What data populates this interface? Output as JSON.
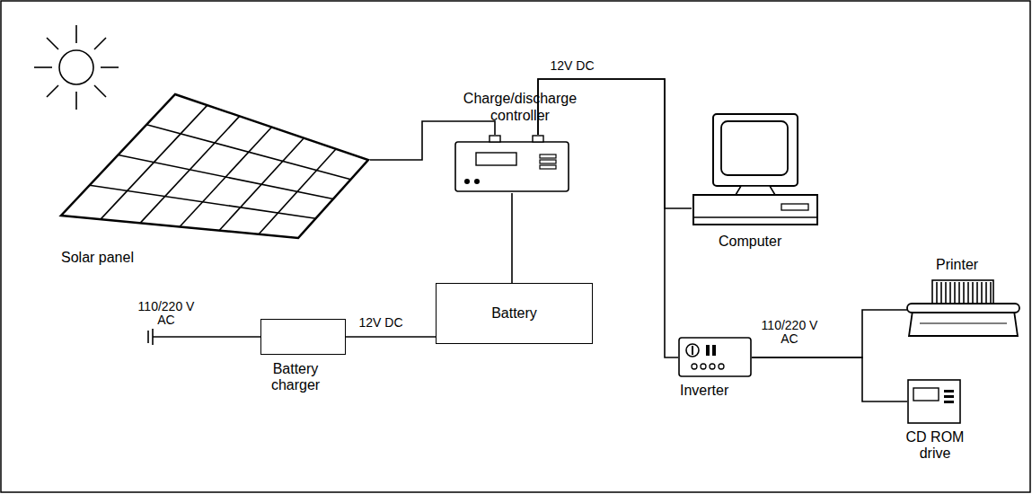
{
  "diagram": {
    "nodes": [
      {
        "text": [
          "Solar panel"
        ]
      },
      {
        "text": [
          "Charge/discharge controller"
        ]
      },
      {
        "text": [
          "Computer"
        ]
      },
      {
        "text": [
          "Battery charger"
        ]
      },
      {
        "text": [
          "Battery"
        ]
      },
      {
        "text": [
          "Inverter"
        ]
      },
      {
        "text": [
          "Printer"
        ]
      },
      {
        "text": [
          "CD ROM drive"
        ]
      }
    ],
    "edges": [
      {
        "from": 0,
        "to": 1,
        "arrow": "none"
      },
      {
        "from": 1,
        "to": 2,
        "label": "12V DC",
        "arrow": "none"
      },
      {
        "from": 1,
        "to": 5,
        "arrow": "none"
      },
      {
        "from": 1,
        "to": 4,
        "arrow": "none"
      },
      {
        "from": 3,
        "to": 4,
        "label": "12V DC",
        "arrow": "none"
      },
      {
        "from": 5,
        "to": 6,
        "label": "110/220 V AC",
        "arrow": "none"
      },
      {
        "from": 5,
        "to": 7,
        "arrow": "none"
      }
    ],
    "labels": [
      "110/220 V AC"
    ]
  }
}
